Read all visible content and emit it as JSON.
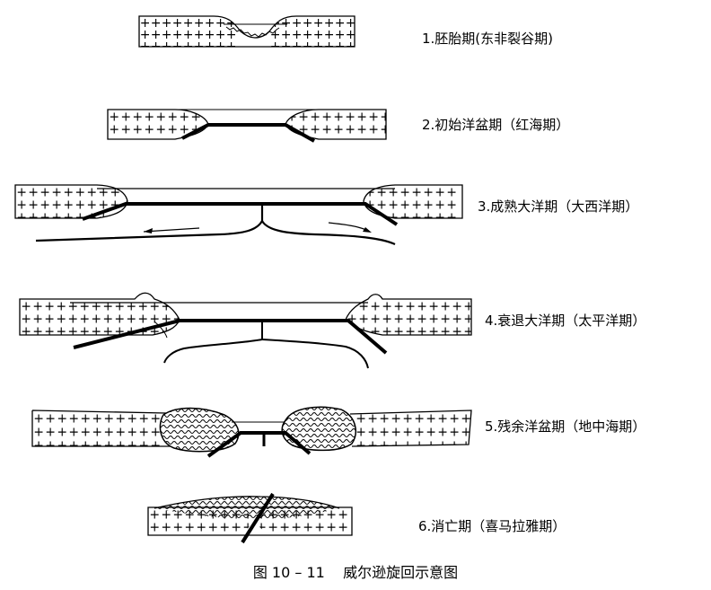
{
  "colors": {
    "ink": "#000000",
    "paper": "#ffffff",
    "crust_symbol": "+"
  },
  "stages": [
    {
      "label": "1.胚胎期(东非裂谷期)"
    },
    {
      "label": "2.初始洋盆期（红海期）"
    },
    {
      "label": "3.成熟大洋期（大西洋期）"
    },
    {
      "label": "4.衰退大洋期（太平洋期）"
    },
    {
      "label": "5.残余洋盆期（地中海期）"
    },
    {
      "label": "6.消亡期（喜马拉雅期）"
    }
  ],
  "caption": {
    "figure_number": "图 10 – 11",
    "title": "威尔逊旋回示意图"
  }
}
